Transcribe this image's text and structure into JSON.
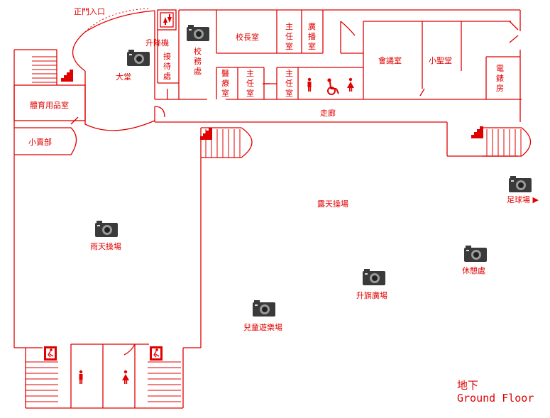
{
  "map": {
    "entrance_label": "正門入口",
    "rooms": {
      "lift": "升降機",
      "lobby": "大堂",
      "reception": "接待處",
      "general_office": "校務處",
      "principal": "校長室",
      "head1": "主任室",
      "broadcast": "廣播室",
      "conference": "會議室",
      "chapel": "小聖堂",
      "electric": "電錶房",
      "medical": "醫療室",
      "head2": "主任室",
      "head3": "主任室",
      "corridor": "走廊",
      "sports_store": "體育用品室",
      "tuckshop": "小賣部",
      "playground": "露天操場",
      "covered_playground": "雨天操場",
      "football": "足球場 ▶",
      "rest_area": "休憩處",
      "flag_square": "升旗廣場",
      "kids_area": "兒童遊樂場"
    },
    "legend": {
      "floor_zh": "地下",
      "floor_en": "Ground Floor"
    },
    "colors": {
      "line": "#e00000",
      "camera_body": "#3a3a3a"
    },
    "icons": [
      "camera-icon",
      "lift-icon",
      "male-toilet-icon",
      "female-toilet-icon",
      "accessible-toilet-icon",
      "stairs-icon",
      "emergency-exit-icon"
    ]
  }
}
